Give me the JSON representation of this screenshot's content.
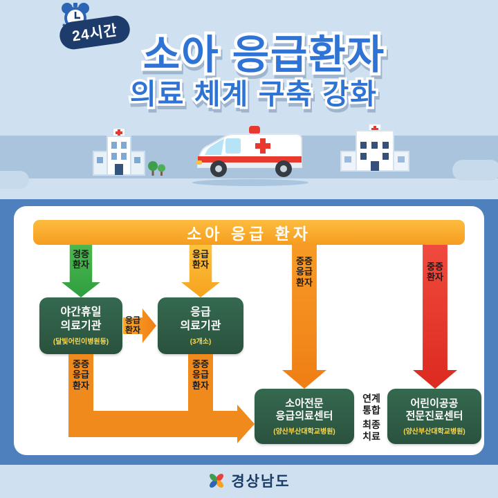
{
  "badge": {
    "label": "24시간"
  },
  "title": {
    "line1": "소아 응급환자",
    "line2": "의료 체계 구축 강화"
  },
  "icons": {
    "alarm_clock": "alarm-clock-icon",
    "hospital_left": "hospital-building-icon",
    "ambulance": "ambulance-icon",
    "hospital_right": "hospital-building-icon",
    "pinwheel": "pinwheel-logo-icon"
  },
  "colors": {
    "background_top": "#cfe1f0",
    "background_band": "#a9c4dc",
    "background_bottom": "#4d80bd",
    "title_blue": "#2f73d4",
    "badge_navy": "#1d3c6c",
    "bar_orange": "#f9b234",
    "arrow_green": "#3fae49",
    "arrow_orange": "#f18a1d",
    "arrow_red": "#e6352a",
    "box_green": "#2e5c49",
    "box_sub_yellow": "#ffd94a"
  },
  "flow": {
    "top_bar": "소아 응급 환자",
    "arrow_mild_label": "경증\n환자",
    "arrow_emergency_label": "응급\n환자",
    "arrow_severe_emergency_label": "중증\n응급\n환자",
    "arrow_severe_label": "중증\n환자",
    "box_night": {
      "title": "야간휴일\n의료기관",
      "sub": "(달빛어린이병원등)"
    },
    "link_emergency_label": "응급\n환자",
    "box_emergency": {
      "title": "응급\n의료기관",
      "sub": "(3개소)"
    },
    "under_box1_label": "중증\n응급\n환자",
    "under_box2_label": "중증\n응급\n환자",
    "box_pediatric_center": {
      "title": "소아전문\n응급의료센터",
      "sub": "(양산부산대학교병원)"
    },
    "box_children_center": {
      "title": "어린이공공\n전문진료센터",
      "sub": "(양산부산대학교병원)"
    },
    "connector": {
      "top": "연계\n통합",
      "bottom": "최종\n치료"
    }
  },
  "footer": {
    "org": "경상남도"
  }
}
